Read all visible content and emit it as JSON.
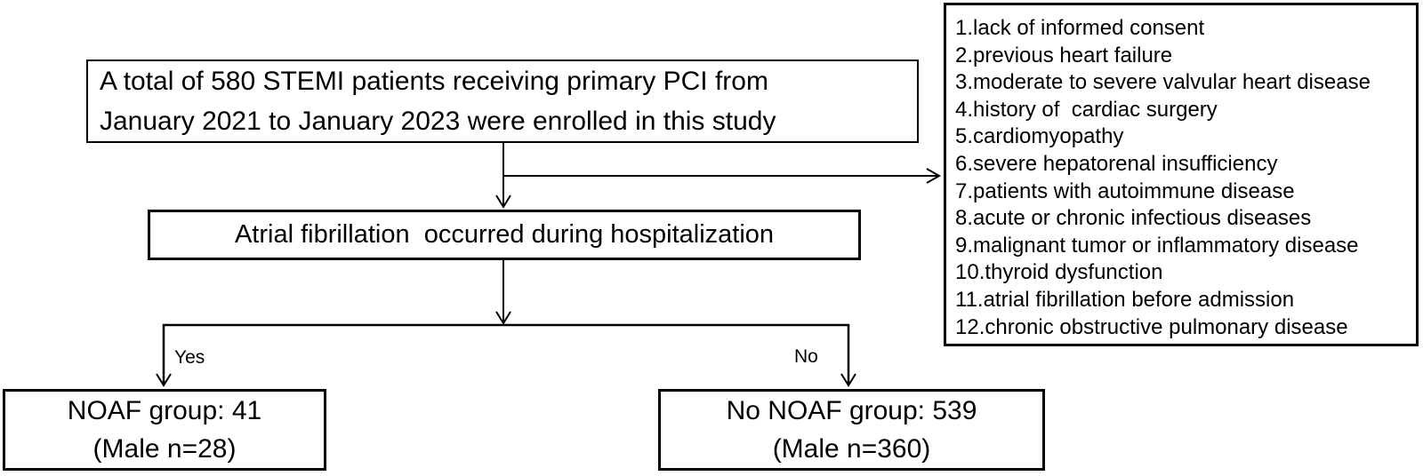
{
  "figure": {
    "background": "#ffffff",
    "line_color": "#000000",
    "enrollment_box": {
      "lines": [
        "A total of 580 STEMI patients receiving primary PCI from",
        "January 2021 to January 2023 were enrolled in this study"
      ]
    },
    "exclusion_box": {
      "items": [
        "1.lack of informed consent",
        "2.previous heart failure",
        "3.moderate to severe valvular heart disease",
        "4.history of  cardiac surgery",
        "5.cardiomyopathy",
        "6.severe hepatorenal insufficiency",
        "7.patients with autoimmune disease",
        "8.acute or chronic infectious diseases",
        "9.malignant tumor or inflammatory disease",
        "10.thyroid dysfunction",
        "11.atrial fibrillation before admission",
        "12.chronic obstructive pulmonary disease"
      ]
    },
    "af_box": {
      "text": "Atrial fibrillation  occurred during hospitalization"
    },
    "branches": {
      "yes_label": "Yes",
      "no_label": "No"
    },
    "noaf_box": {
      "lines": [
        "NOAF group: 41",
        "(Male n=28)"
      ]
    },
    "no_noaf_box": {
      "lines": [
        "No NOAF group: 539",
        "(Male n=360)"
      ]
    }
  }
}
